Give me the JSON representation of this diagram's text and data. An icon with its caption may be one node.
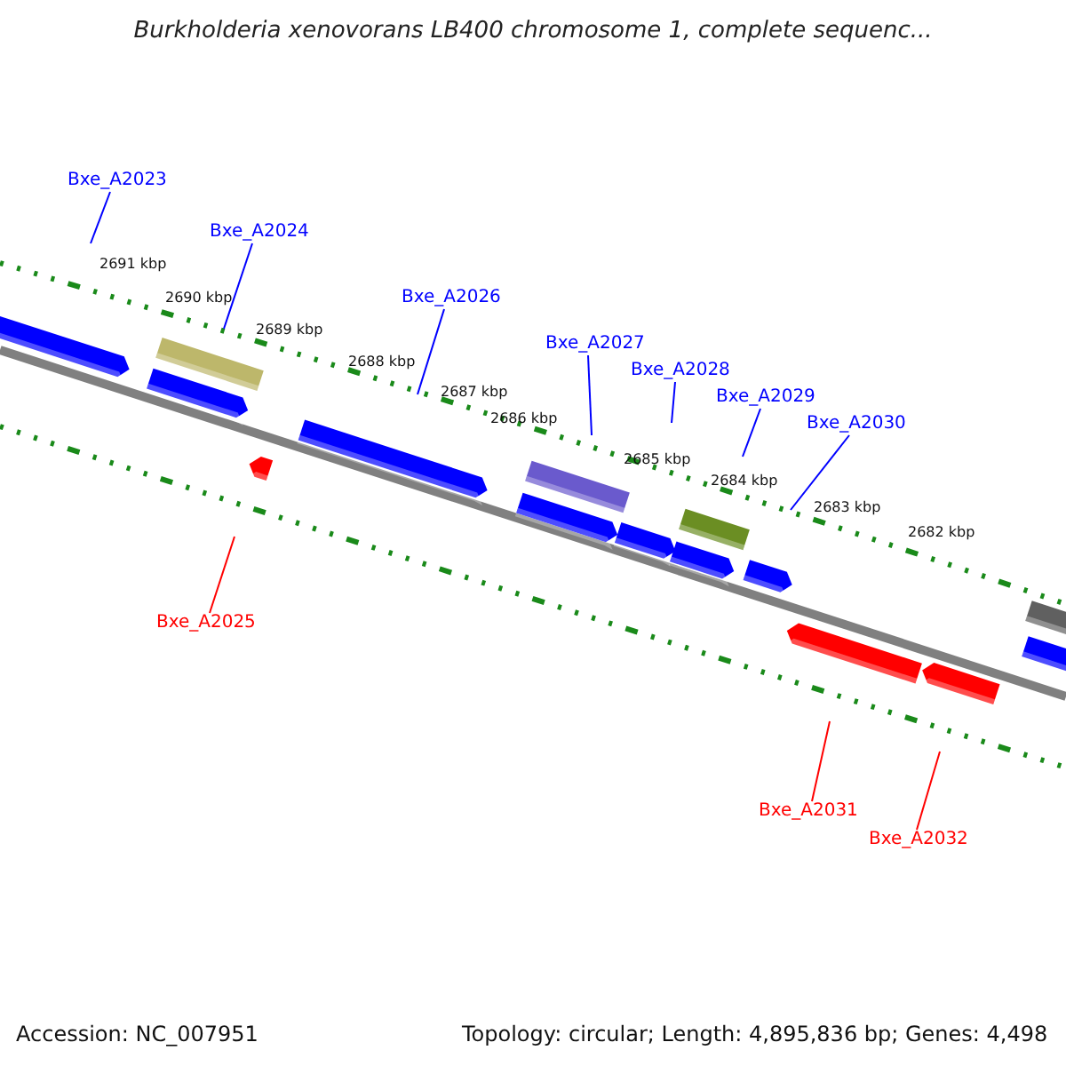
{
  "diagram": {
    "title": "Burkholderia xenovorans LB400 chromosome 1, complete sequenc...",
    "nodes": [
      {
        "text": [
          "Bxe_A2023"
        ]
      },
      {
        "text": [
          "Bxe_A2024"
        ]
      },
      {
        "text": [
          "Bxe_A2026"
        ]
      },
      {
        "text": [
          "Bxe_A2027"
        ]
      },
      {
        "text": [
          "Bxe_A2028"
        ]
      },
      {
        "text": [
          "Bxe_A2029"
        ]
      },
      {
        "text": [
          "Bxe_A2030"
        ]
      },
      {
        "text": [
          "Bxe_A2025"
        ]
      },
      {
        "text": [
          "Bxe_A2031"
        ]
      },
      {
        "text": [
          "Bxe_A2032"
        ]
      }
    ],
    "edges": [
      {
        "from": 0,
        "to": null,
        "arrow": "none"
      },
      {
        "from": 1,
        "to": null,
        "arrow": "none"
      },
      {
        "from": 2,
        "to": null,
        "arrow": "none"
      },
      {
        "from": 3,
        "to": null,
        "arrow": "none"
      },
      {
        "from": 4,
        "to": null,
        "arrow": "none"
      },
      {
        "from": 5,
        "to": null,
        "arrow": "none"
      },
      {
        "from": 6,
        "to": null,
        "arrow": "none"
      },
      {
        "from": 7,
        "to": null,
        "arrow": "none",
        "color": "#ff0000"
      },
      {
        "from": 8,
        "to": null,
        "arrow": "none",
        "color": "#ff0000"
      },
      {
        "from": 9,
        "to": null,
        "arrow": "none",
        "color": "#ff0000"
      }
    ],
    "labels": [
      "2691 kbp",
      "2690 kbp",
      "2689 kbp",
      "2688 kbp",
      "2687 kbp",
      "2686 kbp",
      "2685 kbp",
      "2684 kbp",
      "2683 kbp",
      "2682 kbp",
      "Accession: NC_007951",
      "Topology: circular; Length: 4,895,836 bp; Genes: 4,498"
    ]
  }
}
